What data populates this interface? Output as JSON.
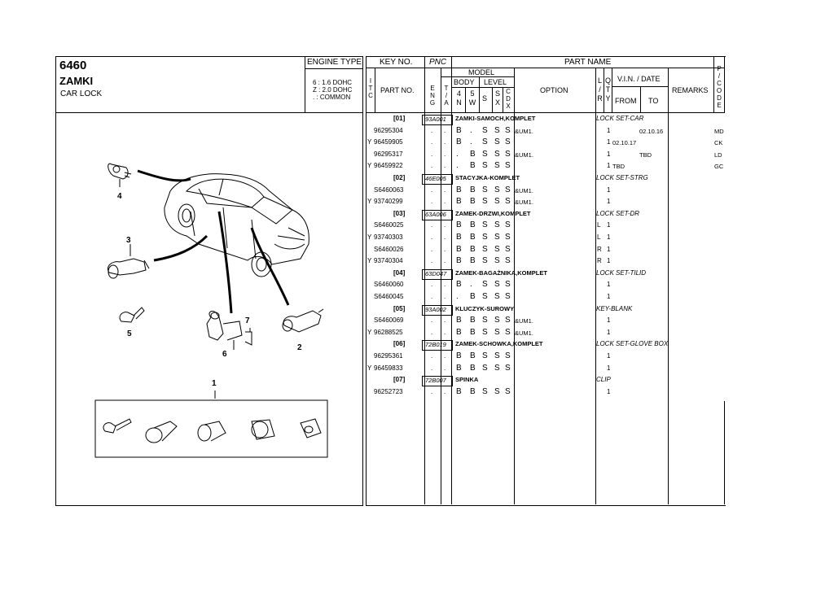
{
  "header": {
    "page_no": "6460",
    "title": "ZAMKI",
    "subtitle": "CAR LOCK",
    "engine_type_label": "ENGINE TYPE",
    "engine_legend": [
      "6 : 1.6 DOHC",
      "Z : 2.0 DOHC",
      ". : COMMON"
    ]
  },
  "columns": {
    "key_no": "KEY NO.",
    "pnc": "PNC",
    "part_name": "PART NAME",
    "itc": [
      "I",
      "T",
      "C"
    ],
    "part_no": "PART NO.",
    "model": "MODEL",
    "eng": [
      "E",
      "N",
      "G"
    ],
    "ta": [
      "T",
      "/",
      "A"
    ],
    "body": "BODY",
    "level": "LEVEL",
    "body_4n": [
      "4",
      "N"
    ],
    "body_5w": [
      "5",
      "W"
    ],
    "level_s": "S",
    "level_sx": [
      "S",
      "X"
    ],
    "level_cdx": [
      "C",
      "D",
      "X"
    ],
    "option": "OPTION",
    "lr": [
      "L",
      "/",
      "R"
    ],
    "qty": [
      "Q",
      "T",
      "Y"
    ],
    "vin_date": "V.I.N. / DATE",
    "from": "FROM",
    "to": "TO",
    "remarks": "REMARKS",
    "pcode": [
      "P",
      "/",
      "C",
      "O",
      "D",
      "E"
    ]
  },
  "diagram_labels": [
    "1",
    "2",
    "3",
    "4",
    "5",
    "6",
    "7"
  ],
  "groups": [
    {
      "key": "[01]",
      "pnc": "93A001",
      "name": "ZAMKI-SAMOCH,KOMPLET",
      "name_en": "LOCK SET-CAR",
      "rows": [
        {
          "y": "",
          "part_no": "96295304",
          "eng": ".",
          "ta": ".",
          "b4": "B",
          "b5": ".",
          "s": "S",
          "sx": "S",
          "cdx": "S",
          "option": "&UM1.",
          "lr": "",
          "qty": "1",
          "from": "02.10.16",
          "to": "",
          "pcode": "MD"
        },
        {
          "y": "Y",
          "part_no": "96459905",
          "eng": ".",
          "ta": ".",
          "b4": "B",
          "b5": ".",
          "s": "S",
          "sx": "S",
          "cdx": "S",
          "option": "",
          "lr": "",
          "qty": "1",
          "from": "02.10.17",
          "to": "",
          "pcode": "CK"
        },
        {
          "y": "",
          "part_no": "96295317",
          "eng": ".",
          "ta": ".",
          "b4": ".",
          "b5": "B",
          "s": "S",
          "sx": "S",
          "cdx": "S",
          "option": "&UM1.",
          "lr": "",
          "qty": "1",
          "from": "",
          "to": "TBD",
          "pcode": "LD"
        },
        {
          "y": "Y",
          "part_no": "96459922",
          "eng": ".",
          "ta": ".",
          "b4": ".",
          "b5": "B",
          "s": "S",
          "sx": "S",
          "cdx": "S",
          "option": "",
          "lr": "",
          "qty": "1",
          "from": "TBD",
          "to": "",
          "pcode": "GC"
        }
      ]
    },
    {
      "key": "[02]",
      "pnc": "46E005",
      "name": "STACYJKA-KOMPLET",
      "name_en": "LOCK SET-STRG",
      "rows": [
        {
          "y": "",
          "part_no": "S6460063",
          "eng": ".",
          "ta": ".",
          "b4": "B",
          "b5": "B",
          "s": "S",
          "sx": "S",
          "cdx": "S",
          "option": "&UM1.",
          "lr": "",
          "qty": "1",
          "from": "",
          "to": "",
          "pcode": ""
        },
        {
          "y": "Y",
          "part_no": "93740299",
          "eng": ".",
          "ta": ".",
          "b4": "B",
          "b5": "B",
          "s": "S",
          "sx": "S",
          "cdx": "S",
          "option": "&UM1.",
          "lr": "",
          "qty": "1",
          "from": "",
          "to": "",
          "pcode": ""
        }
      ]
    },
    {
      "key": "[03]",
      "pnc": "63A006",
      "name": "ZAMEK-DRZWI,KOMPLET",
      "name_en": "LOCK SET-DR",
      "rows": [
        {
          "y": "",
          "part_no": "S6460025",
          "eng": ".",
          "ta": ".",
          "b4": "B",
          "b5": "B",
          "s": "S",
          "sx": "S",
          "cdx": "S",
          "option": "",
          "lr": "L",
          "qty": "1",
          "from": "",
          "to": "",
          "pcode": ""
        },
        {
          "y": "Y",
          "part_no": "93740303",
          "eng": ".",
          "ta": ".",
          "b4": "B",
          "b5": "B",
          "s": "S",
          "sx": "S",
          "cdx": "S",
          "option": "",
          "lr": "L",
          "qty": "1",
          "from": "",
          "to": "",
          "pcode": ""
        },
        {
          "y": "",
          "part_no": "S6460026",
          "eng": ".",
          "ta": ".",
          "b4": "B",
          "b5": "B",
          "s": "S",
          "sx": "S",
          "cdx": "S",
          "option": "",
          "lr": "R",
          "qty": "1",
          "from": "",
          "to": "",
          "pcode": ""
        },
        {
          "y": "Y",
          "part_no": "93740304",
          "eng": ".",
          "ta": ".",
          "b4": "B",
          "b5": "B",
          "s": "S",
          "sx": "S",
          "cdx": "S",
          "option": "",
          "lr": "R",
          "qty": "1",
          "from": "",
          "to": "",
          "pcode": ""
        }
      ]
    },
    {
      "key": "[04]",
      "pnc": "63D047",
      "name": "ZAMEK-BAGAŻNIKA,KOMPLET",
      "name_en": "LOCK SET-TILID",
      "rows": [
        {
          "y": "",
          "part_no": "S6460060",
          "eng": ".",
          "ta": ".",
          "b4": "B",
          "b5": ".",
          "s": "S",
          "sx": "S",
          "cdx": "S",
          "option": "",
          "lr": "",
          "qty": "1",
          "from": "",
          "to": "",
          "pcode": ""
        },
        {
          "y": "",
          "part_no": "S6460045",
          "eng": ".",
          "ta": ".",
          "b4": ".",
          "b5": "B",
          "s": "S",
          "sx": "S",
          "cdx": "S",
          "option": "",
          "lr": "",
          "qty": "1",
          "from": "",
          "to": "",
          "pcode": ""
        }
      ]
    },
    {
      "key": "[05]",
      "pnc": "93A002",
      "name": "KLUCZYK-SUROWY",
      "name_en": "KEY-BLANK",
      "rows": [
        {
          "y": "",
          "part_no": "S6460069",
          "eng": ".",
          "ta": ".",
          "b4": "B",
          "b5": "B",
          "s": "S",
          "sx": "S",
          "cdx": "S",
          "option": "&UM1.",
          "lr": "",
          "qty": "1",
          "from": "",
          "to": "",
          "pcode": ""
        },
        {
          "y": "Y",
          "part_no": "96288525",
          "eng": ".",
          "ta": ".",
          "b4": "B",
          "b5": "B",
          "s": "S",
          "sx": "S",
          "cdx": "S",
          "option": "&UM1.",
          "lr": "",
          "qty": "1",
          "from": "",
          "to": "",
          "pcode": ""
        }
      ]
    },
    {
      "key": "[06]",
      "pnc": "72B019",
      "name": "ZAMEK-SCHOWKA,KOMPLET",
      "name_en": "LOCK SET-GLOVE BOX",
      "rows": [
        {
          "y": "",
          "part_no": "96295361",
          "eng": ".",
          "ta": ".",
          "b4": "B",
          "b5": "B",
          "s": "S",
          "sx": "S",
          "cdx": "S",
          "option": "",
          "lr": "",
          "qty": "1",
          "from": "",
          "to": "",
          "pcode": ""
        },
        {
          "y": "Y",
          "part_no": "96459833",
          "eng": ".",
          "ta": ".",
          "b4": "B",
          "b5": "B",
          "s": "S",
          "sx": "S",
          "cdx": "S",
          "option": "",
          "lr": "",
          "qty": "1",
          "from": "",
          "to": "",
          "pcode": ""
        }
      ]
    },
    {
      "key": "[07]",
      "pnc": "72B007",
      "name": "SPINKA",
      "name_en": "CLIP",
      "rows": [
        {
          "y": "",
          "part_no": "96252723",
          "eng": ".",
          "ta": ".",
          "b4": "B",
          "b5": "B",
          "s": "S",
          "sx": "S",
          "cdx": "S",
          "option": "",
          "lr": "",
          "qty": "1",
          "from": "",
          "to": "",
          "pcode": ""
        }
      ]
    }
  ]
}
